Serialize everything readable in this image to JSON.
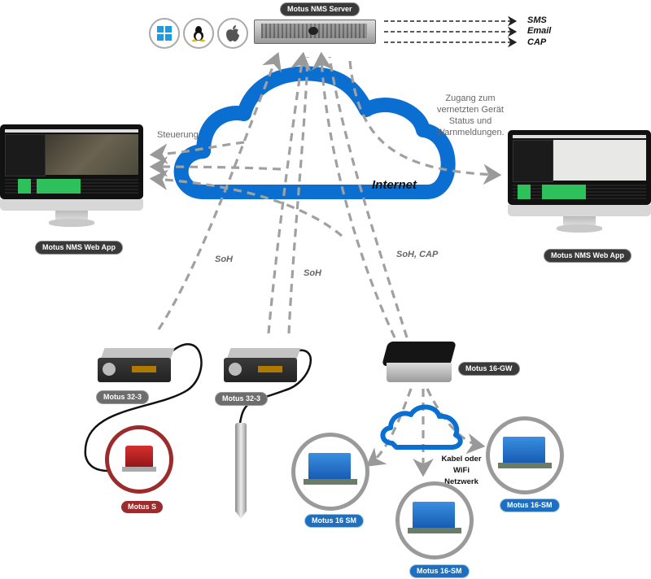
{
  "server": {
    "label": "Motus NMS Server",
    "os_icons": [
      "windows-icon",
      "linux-icon",
      "apple-icon"
    ]
  },
  "alerts": {
    "channels": [
      "SMS",
      "Email",
      "CAP"
    ]
  },
  "internet": {
    "label": "Internet",
    "color": "#0a6fd0"
  },
  "web_app_left": {
    "label": "Motus NMS Web App",
    "side_label": "Steuerung"
  },
  "web_app_right": {
    "label": "Motus NMS Web App",
    "side_label_lines": [
      "Zugang zum",
      "vernetzten Gerät",
      "Status und",
      "Warnmeldungen."
    ]
  },
  "links": {
    "soh_left": "SoH",
    "soh_mid": "SoH",
    "soh_cap": "SoH, CAP"
  },
  "devices": {
    "recorder_left": "Motus 32-3",
    "recorder_mid": "Motus 32-3",
    "sensor_s": "Motus S",
    "gateway": "Motus 16-GW",
    "sm_left": "Motus 16 SM",
    "sm_bottom": "Motus 16-SM",
    "sm_right": "Motus 16-SM"
  },
  "local_network": {
    "label_lines": [
      "Kabel oder",
      "WiFi",
      "Netzwerk"
    ]
  }
}
